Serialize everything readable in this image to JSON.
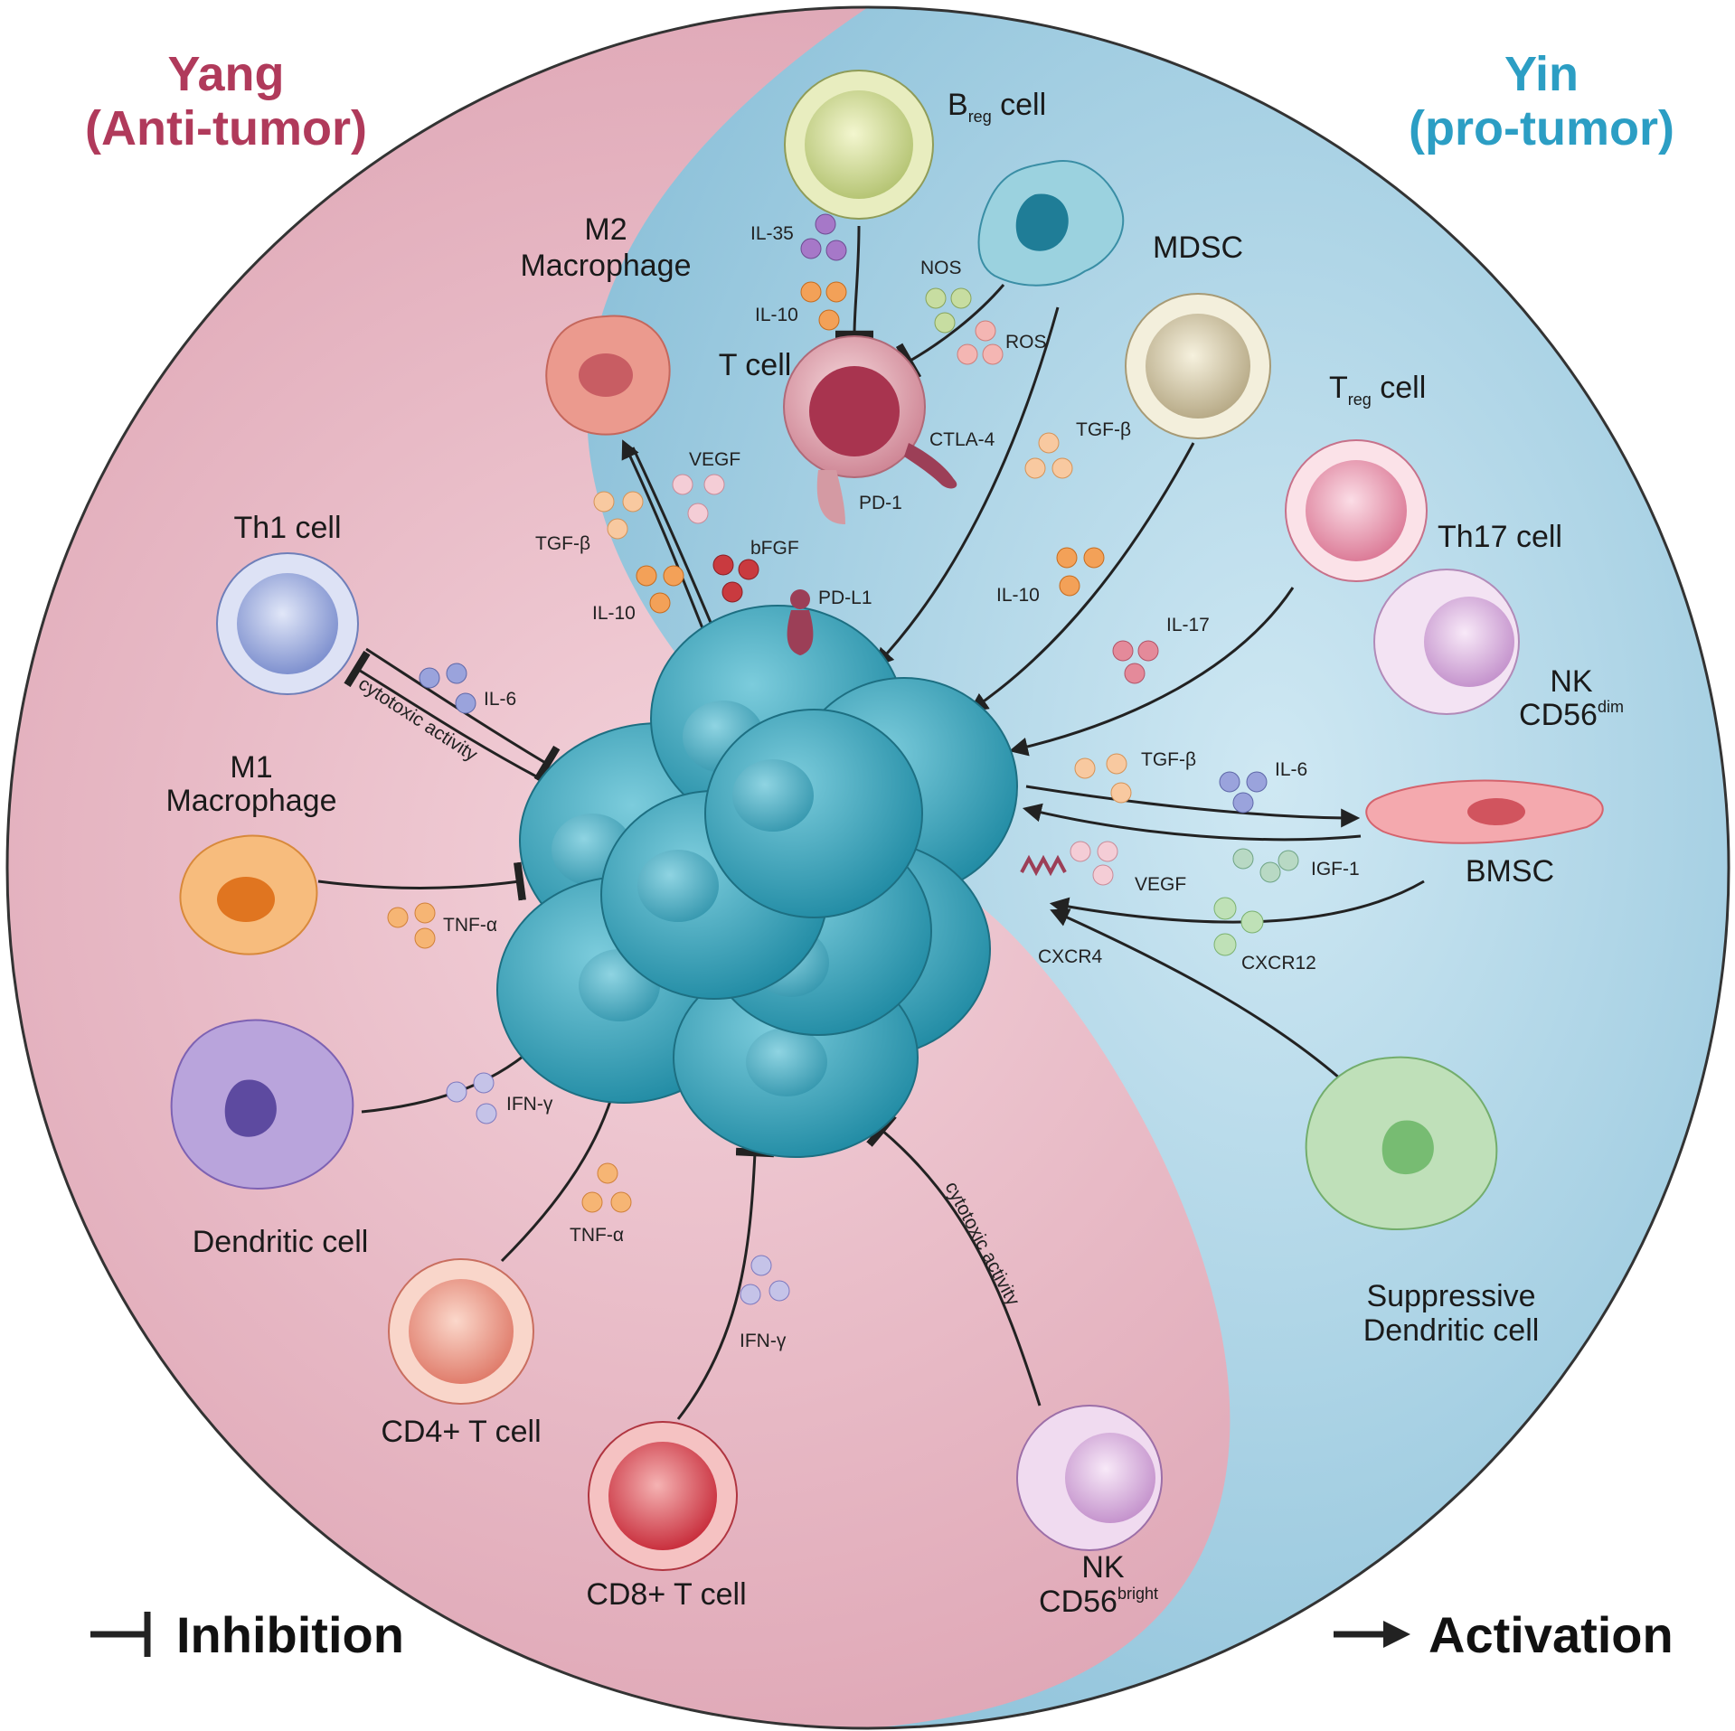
{
  "titles": {
    "yang_line1": "Yang",
    "yang_line2": "(Anti-tumor)",
    "yin_line1": "Yin",
    "yin_line2": "(pro-tumor)"
  },
  "legend": {
    "inhibition": "Inhibition",
    "activation": "Activation"
  },
  "cells": {
    "breg": {
      "main": "B",
      "sub": "reg",
      "rest": " cell"
    },
    "mdsc": "MDSC",
    "m2_line1": "M2",
    "m2_line2": "Macrophage",
    "tcell": "T cell",
    "treg": {
      "main": "T",
      "sub": "reg",
      "rest": " cell"
    },
    "th17": "Th17 cell",
    "nk_dim": {
      "line1": "NK",
      "main": "CD56",
      "sup": "dim"
    },
    "th1": "Th1 cell",
    "m1_line1": "M1",
    "m1_line2": "Macrophage",
    "bmsc": "BMSC",
    "dendritic": "Dendritic cell",
    "suppressive_line1": "Suppressive",
    "suppressive_line2": "Dendritic cell",
    "cd4": "CD4+ T cell",
    "cd8": "CD8+ T cell",
    "nk_bright": {
      "line1": "NK",
      "main": "CD56",
      "sup": "bright"
    }
  },
  "cytokines": {
    "il35": "IL-35",
    "il10_top": "IL-10",
    "nos": "NOS",
    "ros": "ROS",
    "ctla4": "CTLA-4",
    "pd1": "PD-1",
    "vegf_m2": "VEGF",
    "tgfb_m2": "TGF-β",
    "bfgf": "bFGF",
    "il10_m2": "IL-10",
    "pdl1": "PD-L1",
    "tgfb_mdsc": "TGF-β",
    "il10_treg": "IL-10",
    "il17": "IL-17",
    "il6_th1": "IL-6",
    "cytotoxic_th1": "cytotoxic activity",
    "tgfb_bmsc": "TGF-β",
    "il6_bmsc": "IL-6",
    "vegf_bmsc": "VEGF",
    "igf1": "IGF-1",
    "tnfa_m1": "TNF-α",
    "cxcr4": "CXCR4",
    "cxcr12": "CXCR12",
    "ifng_dc": "IFN-γ",
    "tnfa_cd4": "TNF-α",
    "ifng_cd8": "IFN-γ",
    "cytotoxic_nk": "cytotoxic activity"
  },
  "colors": {
    "yang_bg": "#e6b4c0",
    "yin_bg": "#a9d2e5",
    "tumor": "#3aa3b8",
    "yang_title": "#b03a5b",
    "yin_title": "#2c9ec4"
  }
}
